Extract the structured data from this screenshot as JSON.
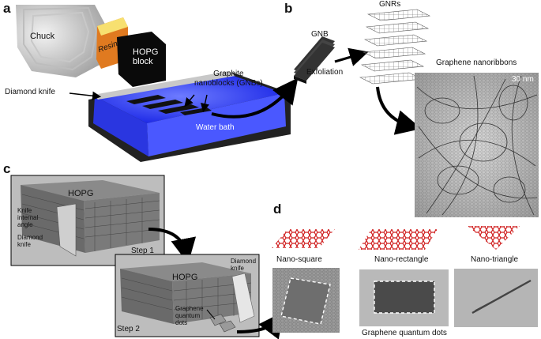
{
  "panels": {
    "a": "a",
    "b": "b",
    "c": "c",
    "d": "d"
  },
  "a": {
    "chuck": "Chuck",
    "resin": "Resin",
    "hopg_block": "HOPG\nblock",
    "graphite_nanoblocks": "Graphite\nnanoblocks (GNBs)",
    "diamond_knife": "Diamond knife",
    "water_bath": "Water bath"
  },
  "b": {
    "gnb": "GNB",
    "gnrs": "GNRs",
    "exfoliation": "Exfoliation",
    "graphene_nanoribbons": "Graphene nanoribbons",
    "scale": "30 nm"
  },
  "c": {
    "hopg_1": "HOPG",
    "knife_internal_angle": "Knife\ninternal\nangle",
    "diamond_knife_1": "Diamond\nknife",
    "step1": "Step 1",
    "hopg_2": "HOPG",
    "diamond_knife_2": "Diamond\nknife",
    "graphene_quantum_dots": "Graphene\nquantum\ndots",
    "step2": "Step 2"
  },
  "d": {
    "nano_square": "Nano-square",
    "nano_rectangle": "Nano-rectangle",
    "nano_triangle": "Nano-triangle",
    "graphene_quantum_dots": "Graphene quantum dots"
  },
  "colors": {
    "hex_red": "#d02020",
    "water_blue": "#2233ff",
    "resin_orange": "#e07a20"
  }
}
